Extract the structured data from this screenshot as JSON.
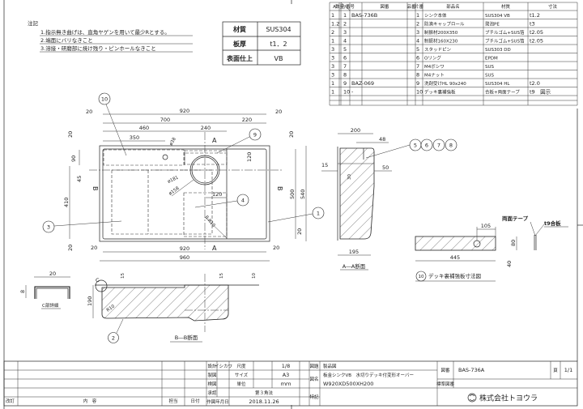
{
  "notes": {
    "title": "注記",
    "items": [
      "1.指示無き曲げは、直角ヤゲンを用いて最少Rとする。",
      "2.端面にバリなきこと",
      "3.溶接・研磨部に焼け残り・ピンホールなきこと"
    ]
  },
  "material_table": {
    "rows": [
      {
        "label": "材質",
        "value": "SUS304"
      },
      {
        "label": "板厚",
        "value": "t1．2"
      },
      {
        "label": "表面仕上",
        "value": "VB"
      }
    ]
  },
  "parts_table": {
    "headers": [
      "A",
      "数量/番号",
      "図番",
      "品番",
      "片番",
      "部品名",
      "材質",
      "寸法"
    ],
    "rows": [
      [
        "1",
        "1",
        "BAS-736B",
        "",
        "1",
        "シンク本体",
        "SUS304 VB",
        "t1.2"
      ],
      [
        "1.2",
        "2",
        "",
        "",
        "2",
        "防滴キャップロール",
        "発泡PE",
        "t3"
      ],
      [
        "2",
        "3",
        "",
        "",
        "3",
        "制振材200X350",
        "ブチルゴム+SUS箔",
        "t2.05"
      ],
      [
        "1",
        "4",
        "",
        "",
        "4",
        "制振材160X230",
        "ブチルゴム+SUS箔",
        "t2.05"
      ],
      [
        "3",
        "5",
        "",
        "",
        "5",
        "スタッドピン",
        "SUS303 DD",
        ""
      ],
      [
        "3",
        "6",
        "",
        "",
        "6",
        "Oリング",
        "EPDM",
        ""
      ],
      [
        "3",
        "7",
        "",
        "",
        "7",
        "M4ボシワ",
        "SUS",
        ""
      ],
      [
        "3",
        "8",
        "",
        "",
        "8",
        "M4ナット",
        "SUS",
        ""
      ],
      [
        "1",
        "9",
        "BAZ-069",
        "",
        "9",
        "洗剤受けHL 90x240",
        "SUS304 HL",
        "t2.0"
      ],
      [
        "1",
        "10",
        "-",
        "",
        "10",
        "デッキ裏補強板",
        "合板+両面テープ",
        "t9　図示"
      ]
    ]
  },
  "plan_view": {
    "dims": {
      "w920_top": "920",
      "w700": "700",
      "w220": "220",
      "w460": "460",
      "w240": "240",
      "w350": "350",
      "phi38": "ø38",
      "phi181": "ø181",
      "phi158": "ø158",
      "d120_h": "120",
      "d120_v": "120",
      "r10": "8-R10",
      "d20_tl": "20",
      "d20_tr": "20",
      "d20_lt": "20",
      "d20_rt": "20",
      "d90": "90",
      "d45": "45",
      "d410": "410",
      "d20_lb": "20",
      "d500": "500",
      "d540": "540",
      "d20_rb": "20",
      "d20_bl": "20",
      "d20_br": "20",
      "w920_bot": "920",
      "w960": "960"
    },
    "section_marks": {
      "a_top": "A",
      "a_bot": "A",
      "b_left": "B",
      "b_right": "B"
    },
    "balloons": {
      "b10": "10",
      "b9": "9",
      "b4": "4",
      "b3": "3",
      "b1": "1"
    }
  },
  "section_aa": {
    "title": "A―A断面",
    "dims": {
      "d200": "200",
      "d48": "48",
      "d15": "15",
      "d30": "30",
      "d50": "50",
      "d195": "195"
    },
    "balloons": [
      "5",
      "6",
      "7",
      "8"
    ],
    "balloon1": "1"
  },
  "section_bb": {
    "title": "B―B断面",
    "dims": {
      "d15a": "15",
      "d15b": "15",
      "d10": "10",
      "d190": "190",
      "r10": "R10"
    },
    "detail_mark": "C",
    "balloon2": "2"
  },
  "detail_c": {
    "title": "C部詳細",
    "d20": "20",
    "d8": "8"
  },
  "reinforce_board": {
    "title": "デッキ裏補強板寸法図",
    "balloon": "10",
    "d105": "105",
    "d445": "445",
    "d80": "80",
    "d40": "40",
    "tape_label": "両面テープ",
    "board_label": "t9合板"
  },
  "title_block": {
    "revision_label": "改訂",
    "content_label": "内　容",
    "person_label": "担当",
    "date_label": "日付",
    "design_label": "設計",
    "designer": "イシカワ",
    "drafting_label": "製図",
    "check_label": "検図",
    "approve_label": "承認",
    "scale_label": "尺度",
    "scale": "1/8",
    "size_label": "サイズ",
    "size": "A3",
    "unit_label": "単位",
    "unit": "ｍｍ",
    "projection": "第３角法",
    "drawn_date_label": "作図年月日",
    "drawn_date": "2018.11.26",
    "subject_label": "図題",
    "subject": "製品図",
    "name_label": "図名",
    "name_line1": "板金シンクVB　水切りデッキ付変形オーバー",
    "name_line2": "W920XD500XH200",
    "remarks_label": "特記",
    "drawing_no_label": "図番",
    "drawing_no": "BAS-736A",
    "std_drawing_label": "標準図番",
    "page_label": "頁",
    "page": "1/1",
    "company": "株式会社トヨウラ"
  }
}
